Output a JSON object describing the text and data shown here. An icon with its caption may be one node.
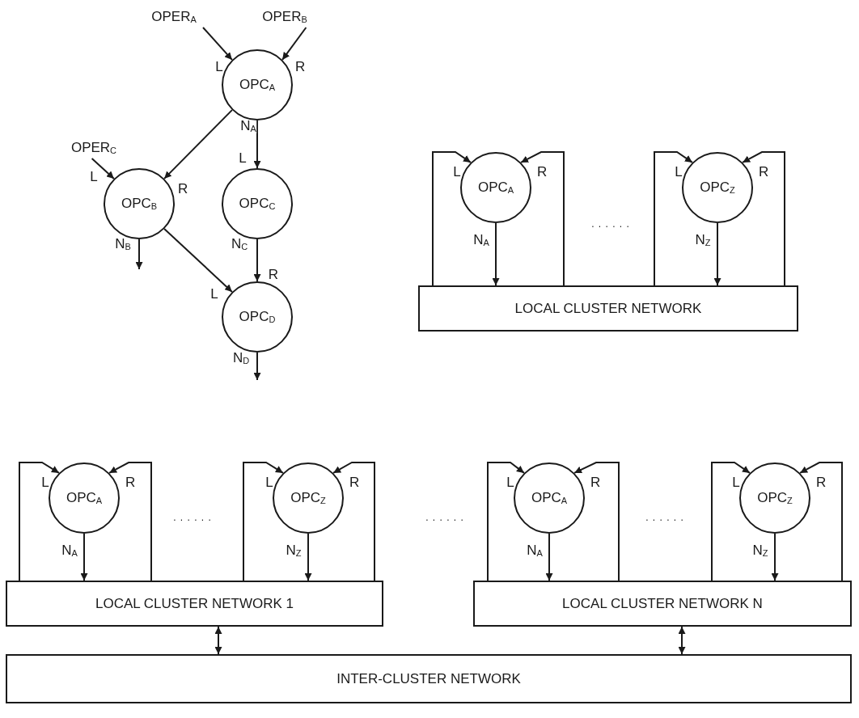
{
  "diagram": {
    "nodes": [
      {
        "text": [
          "OPER$_{A}$"
        ]
      },
      {
        "text": [
          "OPER$_{B}$"
        ]
      },
      {
        "text": [
          "OPC$_{A}$"
        ],
        "beside": [
          "N$_{A}$"
        ]
      },
      {
        "text": [
          "OPER$_{C}$"
        ]
      },
      {
        "text": [
          "OPC$_{B}$"
        ],
        "beside": [
          "N$_{B}$"
        ]
      },
      {
        "text": [
          "OPC$_{C}$"
        ],
        "beside": [
          "N$_{C}$"
        ]
      },
      {
        "text": [
          "OPC$_{D}$"
        ],
        "beside": [
          "N$_{D}$"
        ]
      },
      {
        "text": [
          "OPC$_{A}$"
        ],
        "beside": [
          "N$_{A}$"
        ]
      },
      {
        "text": [
          "OPC$_{Z}$"
        ],
        "beside": [
          "N$_{Z}$"
        ]
      },
      {
        "text": [
          "LOCAL CLUSTER NETWORK"
        ]
      },
      {
        "text": [
          "OPC$_{A}$"
        ],
        "beside": [
          "N$_{A}$"
        ]
      },
      {
        "text": [
          "OPC$_{Z}$"
        ],
        "beside": [
          "N$_{Z}$"
        ]
      },
      {
        "text": [
          "LOCAL CLUSTER NETWORK 1"
        ]
      },
      {
        "text": [
          "OPC$_{A}$"
        ],
        "beside": [
          "N$_{A}$"
        ]
      },
      {
        "text": [
          "OPC$_{Z}$"
        ],
        "beside": [
          "N$_{Z}$"
        ]
      },
      {
        "text": [
          "LOCAL CLUSTER NETWORK N"
        ]
      },
      {
        "text": [
          "INTER-CLUSTER NETWORK"
        ]
      }
    ],
    "edges": [
      {
        "from": 0,
        "to": 2,
        "arrow": "to",
        "label": "L"
      },
      {
        "from": 1,
        "to": 2,
        "arrow": "to",
        "label": "R"
      },
      {
        "from": 2,
        "to": 4,
        "arrow": "to",
        "label": "R"
      },
      {
        "from": 3,
        "to": 4,
        "arrow": "to",
        "label": "L"
      },
      {
        "from": 2,
        "to": 5,
        "arrow": "to",
        "label": "L"
      },
      {
        "from": 4,
        "to": 6,
        "arrow": "to",
        "label": "L"
      },
      {
        "from": 5,
        "to": 6,
        "arrow": "to",
        "label": "R"
      },
      {
        "from": 4,
        "to": null,
        "arrow": "to"
      },
      {
        "from": 6,
        "to": null,
        "arrow": "to"
      },
      {
        "from": 9,
        "to": 7,
        "arrow": "to",
        "label": "L"
      },
      {
        "from": 9,
        "to": 7,
        "arrow": "to",
        "label": "R"
      },
      {
        "from": 7,
        "to": 9,
        "arrow": "to"
      },
      {
        "from": 9,
        "to": 8,
        "arrow": "to",
        "label": "L"
      },
      {
        "from": 9,
        "to": 8,
        "arrow": "to",
        "label": "R"
      },
      {
        "from": 8,
        "to": 9,
        "arrow": "to"
      },
      {
        "from": 12,
        "to": 10,
        "arrow": "to",
        "label": "L"
      },
      {
        "from": 12,
        "to": 10,
        "arrow": "to",
        "label": "R"
      },
      {
        "from": 10,
        "to": 12,
        "arrow": "to"
      },
      {
        "from": 12,
        "to": 11,
        "arrow": "to",
        "label": "L"
      },
      {
        "from": 12,
        "to": 11,
        "arrow": "to",
        "label": "R"
      },
      {
        "from": 11,
        "to": 12,
        "arrow": "to"
      },
      {
        "from": 15,
        "to": 13,
        "arrow": "to",
        "label": "L"
      },
      {
        "from": 15,
        "to": 13,
        "arrow": "to",
        "label": "R"
      },
      {
        "from": 13,
        "to": 15,
        "arrow": "to"
      },
      {
        "from": 15,
        "to": 14,
        "arrow": "to",
        "label": "L"
      },
      {
        "from": 15,
        "to": 14,
        "arrow": "to",
        "label": "R"
      },
      {
        "from": 14,
        "to": 15,
        "arrow": "to"
      },
      {
        "from": 12,
        "to": 16,
        "arrow": "both"
      },
      {
        "from": 15,
        "to": 16,
        "arrow": "both"
      }
    ],
    "labels": [
      ". . . . . .",
      ". . . . . .",
      ". . . . . .",
      ". . . . . ."
    ]
  }
}
